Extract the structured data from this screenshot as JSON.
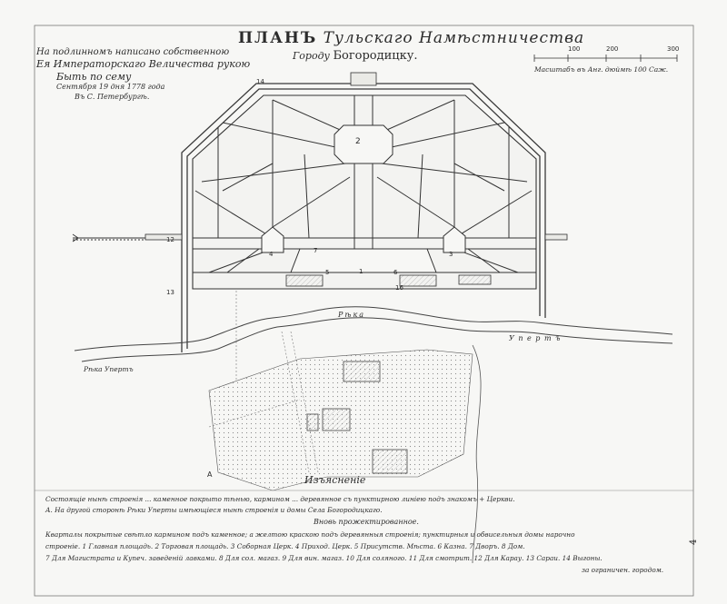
{
  "title": {
    "main": "ПЛАНЪ",
    "script": "Тульскаго Намѣстничества",
    "town_prefix": "Городу",
    "town": "Богородицку."
  },
  "approval": {
    "line1": "На подлинномъ написано собственною",
    "line2": "Ея Императорскаго Величества рукою",
    "line3": "Быть по сему",
    "line4": "Сентября 19 дня 1778 года",
    "line5": "Въ С. Петербургѣ."
  },
  "scale": {
    "label": "Масштабъ въ Анг. дюймѣ 100 Саж.",
    "ticks": [
      "100",
      "200",
      "300"
    ]
  },
  "river_labels": {
    "reka": "Рѣка",
    "upert": "У п е р т ъ",
    "reka_upert": "Рѣка Упертъ"
  },
  "legend": {
    "title": "Изъясненіе",
    "line1": "Состоящіе нынѣ строенія ... каменное покрыто тѣнью, кармином ... деревянное съ пунктирною линіею подъ знакомъ + Церкви.",
    "line2": "А. На другой сторонѣ Рѣки Уперты имѣющіеся нынѣ строенія и домы Села Богородицкаго.",
    "subtitle": "Вновь прожектированное.",
    "line3": "Кварталы покрытые свѣтло кармином подъ каменное; а желтою краскою подъ деревянныя строенія; пунктирныя и обвисельныя домы нарочно",
    "line4": "строеніе. 1 Главная площадь. 2 Торговая площадь. 3 Соборная Церк. 4 Приход. Церк. 5 Присутств. Мѣста. 6 Казна. 7 Дворъ. 8 Дом.",
    "line5": "7 Для Магистрата и Купеч. заведеній лавками. 8 Для сол. магаз. 9 Для вин. магаз. 10 Для соляного. 11 Для смотрит. 12 Для Карау. 13 Сараи. 14 Выгоны.",
    "line6": "за ограничен. городом."
  },
  "map_numbers": {
    "n1": "1",
    "n2": "2",
    "n3": "3",
    "n4": "4",
    "n5": "5",
    "n6": "6",
    "n7": "7",
    "n12": "12",
    "n13": "13",
    "n14": "14",
    "n16": "16",
    "nA": "А"
  },
  "page_number": "4"
}
